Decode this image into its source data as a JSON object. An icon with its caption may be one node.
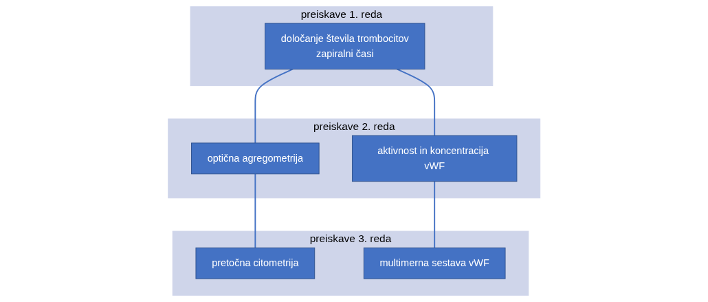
{
  "diagram": {
    "nodes": [
      {
        "text": [
          "preiskave 1. reda"
        ]
      },
      {
        "text": [
          "določanje števila trombocitov",
          "zapiralni časi"
        ],
        "in": 0
      },
      {
        "text": [
          "preiskave 2. reda"
        ]
      },
      {
        "text": [
          "optična agregometrija"
        ],
        "in": 2
      },
      {
        "text": [
          "aktivnost in koncentracija vWF"
        ],
        "in": 2
      },
      {
        "text": [
          "preiskave 3. reda"
        ]
      },
      {
        "text": [
          "pretočna citometrija"
        ],
        "in": 5
      },
      {
        "text": [
          "multimerna sestava vWF"
        ],
        "in": 5
      }
    ],
    "edges": [
      {
        "from": 1,
        "to": 3,
        "arrow": "none"
      },
      {
        "from": 1,
        "to": 4,
        "arrow": "none"
      },
      {
        "from": 3,
        "to": 6,
        "arrow": "none"
      },
      {
        "from": 4,
        "to": 7,
        "arrow": "none"
      }
    ]
  }
}
